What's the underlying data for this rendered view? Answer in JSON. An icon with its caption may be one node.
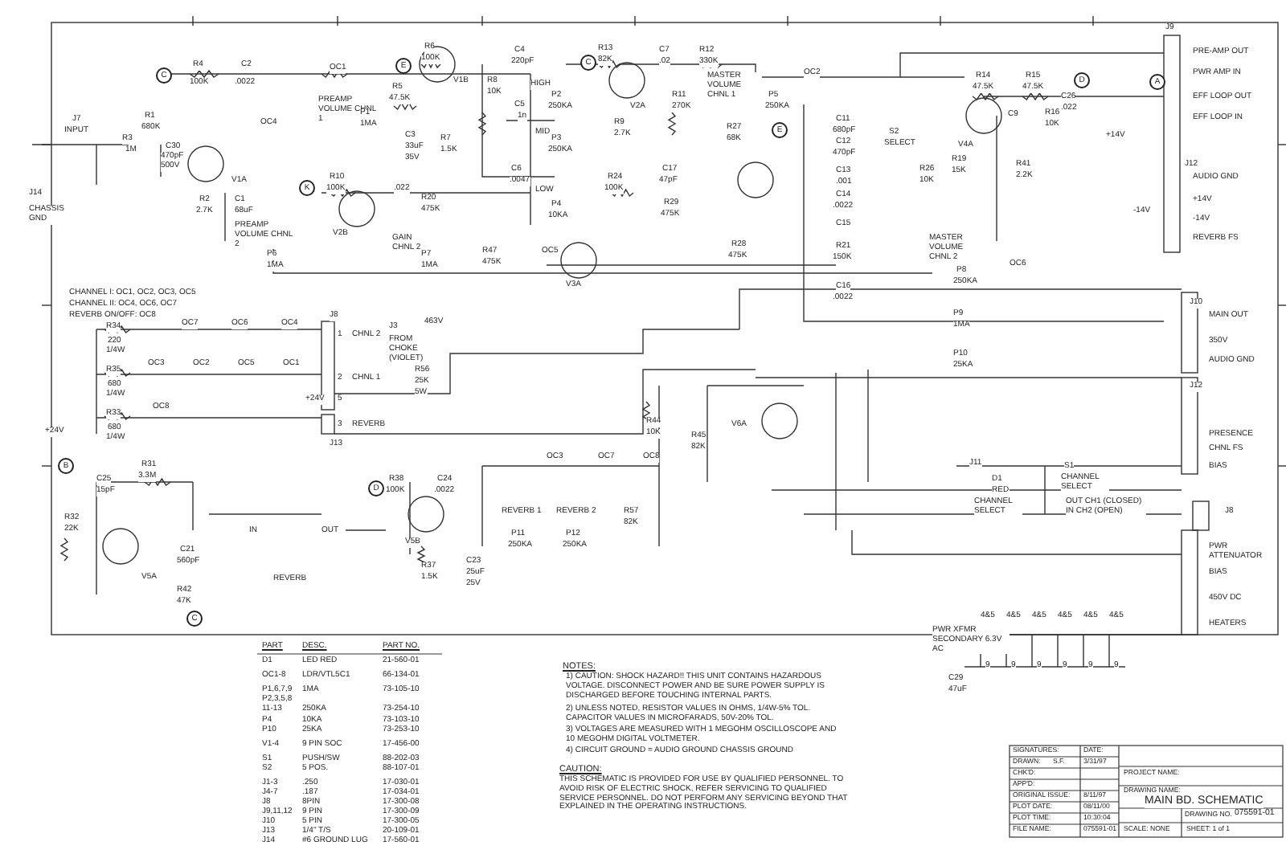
{
  "diagram": {
    "labels": [
      "C",
      "R4",
      "100K",
      "C2",
      ".0022",
      "OC1",
      "J7",
      "INPUT",
      "R1",
      "680K",
      "R3",
      "1M",
      "C30",
      "470pF",
      "500V",
      "J14",
      "CHASSIS GND",
      "V1A",
      "R2",
      "2.7K",
      "C1",
      "68uF",
      "OC4",
      "PREAMP VOLUME CHNL 1",
      "P1",
      "1MA",
      "E",
      "R6",
      "100K",
      "R5",
      "47.5K",
      "V1B",
      "C3",
      "33uF",
      "35V",
      "R7",
      "1.5K",
      "R8",
      "10K",
      "C4",
      "220pF",
      "C5",
      "1n",
      "C6",
      ".0047",
      "HIGH",
      "P2",
      "250KA",
      "MID",
      "P3",
      "250KA",
      "LOW",
      "P4",
      "10KA",
      "C",
      "R13",
      "82K",
      "V2A",
      "C7",
      ".02",
      "R11",
      "270K",
      "R9",
      "2.7K",
      "R12",
      "330K",
      "MASTER VOLUME CHNL 1",
      "P5",
      "250KA",
      "OC2",
      "R14",
      "47.5K",
      "R15",
      "47.5K",
      "D",
      "A",
      "C26",
      ".022",
      "V4A",
      "C9",
      "R16",
      "10K",
      "R19",
      "15K",
      "R41",
      "2.2K",
      "C11",
      "680pF",
      "C12",
      "470pF",
      "C13",
      ".001",
      "C14",
      ".0022",
      "C15",
      "S2",
      "SELECT",
      "R26",
      "10K",
      "+14V",
      "J9",
      "PRE-AMP OUT",
      "PWR AMP IN",
      "EFF LOOP OUT",
      "EFF LOOP IN",
      "J12",
      "AUDIO GND",
      "+14V",
      "-14V",
      "-14V",
      "REVERB FS",
      "K",
      "R10",
      "100K",
      ".022",
      "R20",
      "475K",
      "V2B",
      "PREAMP VOLUME CHNL 2",
      "P6",
      "1MA",
      "GAIN CHNL 2",
      "P7",
      "1MA",
      "R47",
      "475K",
      "OC5",
      "V3A",
      "R24",
      "100K",
      "C17",
      "47pF",
      "R29",
      "475K",
      "R27",
      "68K",
      "E",
      "R28",
      "475K",
      "R21",
      "150K",
      "C16",
      ".0022",
      "MASTER VOLUME CHNL 2",
      "P8",
      "250KA",
      "OC6",
      "P9",
      "1MA",
      "P10",
      "25KA",
      "CHANNEL I: OC1, OC2, OC3, OC5",
      "CHANNEL II: OC4, OC6, OC7",
      "REVERB ON/OFF: OC8",
      "OC7",
      "OC6",
      "OC4",
      "R34",
      "220",
      "1/4W",
      "OC3",
      "OC2",
      "OC5",
      "OC1",
      "R35",
      "680",
      "1/4W",
      "R33",
      "680",
      "1/4W",
      "+24V",
      "OC8",
      "J8",
      "1",
      "CHNL 2",
      "2",
      "CHNL 1",
      "+24V",
      "5",
      "3",
      "REVERB",
      "J13",
      "J3",
      "FROM CHOKE (VIOLET)",
      "463V",
      "R56",
      "25K",
      "5W",
      "B",
      "R31",
      "3.3M",
      "C25",
      "15pF",
      "R32",
      "22K",
      "C21",
      "560pF",
      "IN",
      "OUT",
      "REVERB",
      "R42",
      "47K",
      "V5A",
      "C",
      "D",
      "R38",
      "100K",
      "C24",
      ".0022",
      "V5B",
      "R37",
      "1.5K",
      "C23",
      "25uF",
      "25V",
      "REVERB 1",
      "P11",
      "250KA",
      "REVERB 2",
      "P12",
      "250KA",
      "R57",
      "82K",
      "OC3",
      "OC7",
      "OC8",
      "R44",
      "10K",
      "R45",
      "82K",
      "V6A",
      "J10",
      "MAIN OUT",
      "350V",
      "AUDIO GND",
      "J12",
      "PRESENCE",
      "CHNL FS",
      "BIAS",
      "J11",
      "D1",
      "RED",
      "CHANNEL SELECT",
      "S1",
      "CHANNEL SELECT",
      "OUT CH1 (CLOSED) IN CH2 (OPEN)",
      "J8",
      "PWR ATTENUATOR",
      "BIAS",
      "450V DC",
      "HEATERS",
      "PWR XFMR SECONDARY 6.3V AC",
      "4&5",
      "4&5",
      "4&5",
      "4&5",
      "4&5",
      "4&5",
      "9",
      "9",
      "9",
      "9",
      "9",
      "9",
      "C29",
      "47uF",
      "PART",
      "DESC.",
      "PART NO.",
      "D1",
      "LED RED",
      "21-560-01",
      "OC1-8",
      "LDR/VTL5C1",
      "66-134-01",
      "P1,6,7,9",
      "1MA",
      "73-105-10",
      "P2,3,5,8 11-13",
      "250KA",
      "73-254-10",
      "P4",
      "10KA",
      "73-103-10",
      "P10",
      "25KA",
      "73-253-10",
      "V1-4",
      "9 PIN SOC",
      "17-456-00",
      "S1",
      "PUSH/SW",
      "88-202-03",
      "S2",
      "5 POS.",
      "88-107-01",
      "J1-3",
      ".250",
      "17-030-01",
      "J4-7",
      ".187",
      "17-034-01",
      "J8",
      "8PIN",
      "17-300-08",
      "J9,11,12",
      "9 PIN",
      "17-300-09",
      "J10",
      "5 PIN",
      "17-300-05",
      "J13",
      "1/4\" T/S",
      "20-109-01",
      "J14",
      "#6 GROUND LUG",
      "17-560-01",
      "NOTES:",
      "1) CAUTION: SHOCK HAZARD!! THIS UNIT CONTAINS HAZARDOUS VOLTAGE. DISCONNECT POWER AND BE SURE POWER SUPPLY IS DISCHARGED BEFORE TOUCHING INTERNAL PARTS.",
      "2) UNLESS NOTED, RESISTOR VALUES IN OHMS, 1/4W-5% TOL. CAPACITOR VALUES IN MICROFARADS, 50V-20% TOL.",
      "3) VOLTAGES ARE MEASURED WITH 1 MEGOHM OSCILLOSCOPE AND 10 MEGOHM DIGITAL VOLTMETER.",
      "4) CIRCUIT GROUND = AUDIO GROUND CHASSIS GROUND",
      "CAUTION:",
      "THIS SCHEMATIC IS PROVIDED FOR USE BY QUALIFIED PERSONNEL. TO AVOID RISK OF ELECTRIC SHOCK, REFER SERVICING TO QUALIFIED SERVICE PERSONNEL. DO NOT PERFORM ANY SERVICING BEYOND THAT EXPLAINED IN THE OPERATING INSTRUCTIONS.",
      "SIGNATURES:",
      "DATE:",
      "DRAWN:",
      "S.F.",
      "3/31/97",
      "CHK'D:",
      "APP'D:",
      "ORIGINAL ISSUE:",
      "8/11/97",
      "PLOT DATE:",
      "08/11/00",
      "PLOT TIME:",
      "10:30:04",
      "FILE NAME:",
      "075591-01",
      "PROJECT NAME:",
      "DRAWING NAME:",
      "MAIN BD. SCHEMATIC",
      "DRAWING NO.",
      "075591-01",
      "SCALE: NONE",
      "SHEET: 1 of 1"
    ]
  }
}
